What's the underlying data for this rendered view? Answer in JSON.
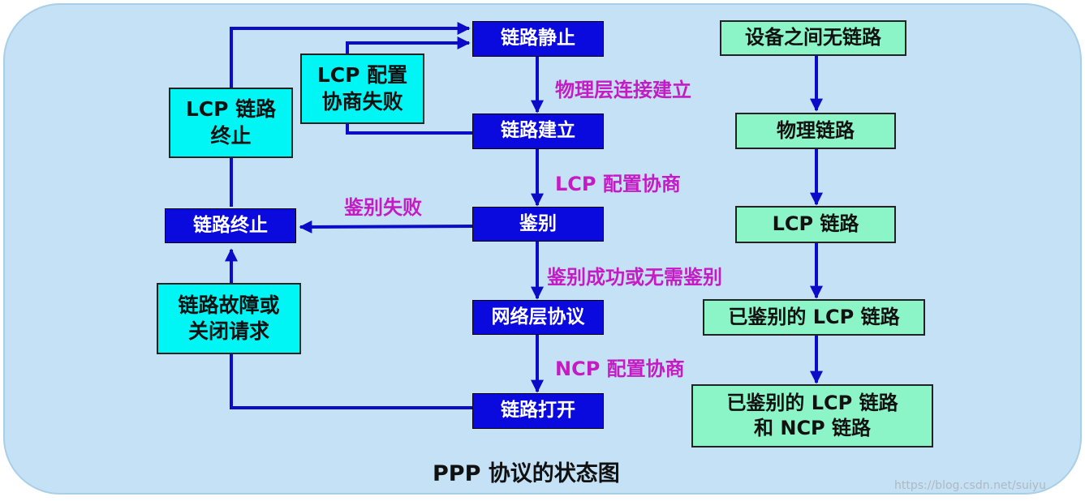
{
  "states": {
    "link_dead": "链路静止",
    "link_establish": "链路建立",
    "authenticate": "鉴别",
    "network_protocol": "网络层协议",
    "link_open": "链路打开",
    "link_terminate": "链路终止"
  },
  "events": {
    "lcp_negotiation_failed": "LCP 配置\n协商失败",
    "lcp_link_termination": "LCP 链路\n终止",
    "link_failure_or_close": "链路故障或\n关闭请求"
  },
  "transitions": {
    "physical_established": "物理层连接建立",
    "lcp_negotiation": "LCP 配置协商",
    "auth_failed": "鉴别失败",
    "auth_success": "鉴别成功或无需鉴别",
    "ncp_negotiation": "NCP 配置协商"
  },
  "link_states": [
    "设备之间无链路",
    "物理链路",
    "LCP 链路",
    "已鉴别的 LCP 链路",
    "已鉴别的 LCP 链路\n和 NCP 链路"
  ],
  "caption": "PPP 协议的状态图",
  "watermark": "https://blog.csdn.net/suiyu",
  "colors": {
    "arrow": "#0b0bc8",
    "state_fill": "#0a0adf",
    "event_fill": "#00f5f5",
    "link_fill": "#8cf5c8",
    "label_text": "#c41bc4",
    "panel": "#c4e1f5"
  }
}
